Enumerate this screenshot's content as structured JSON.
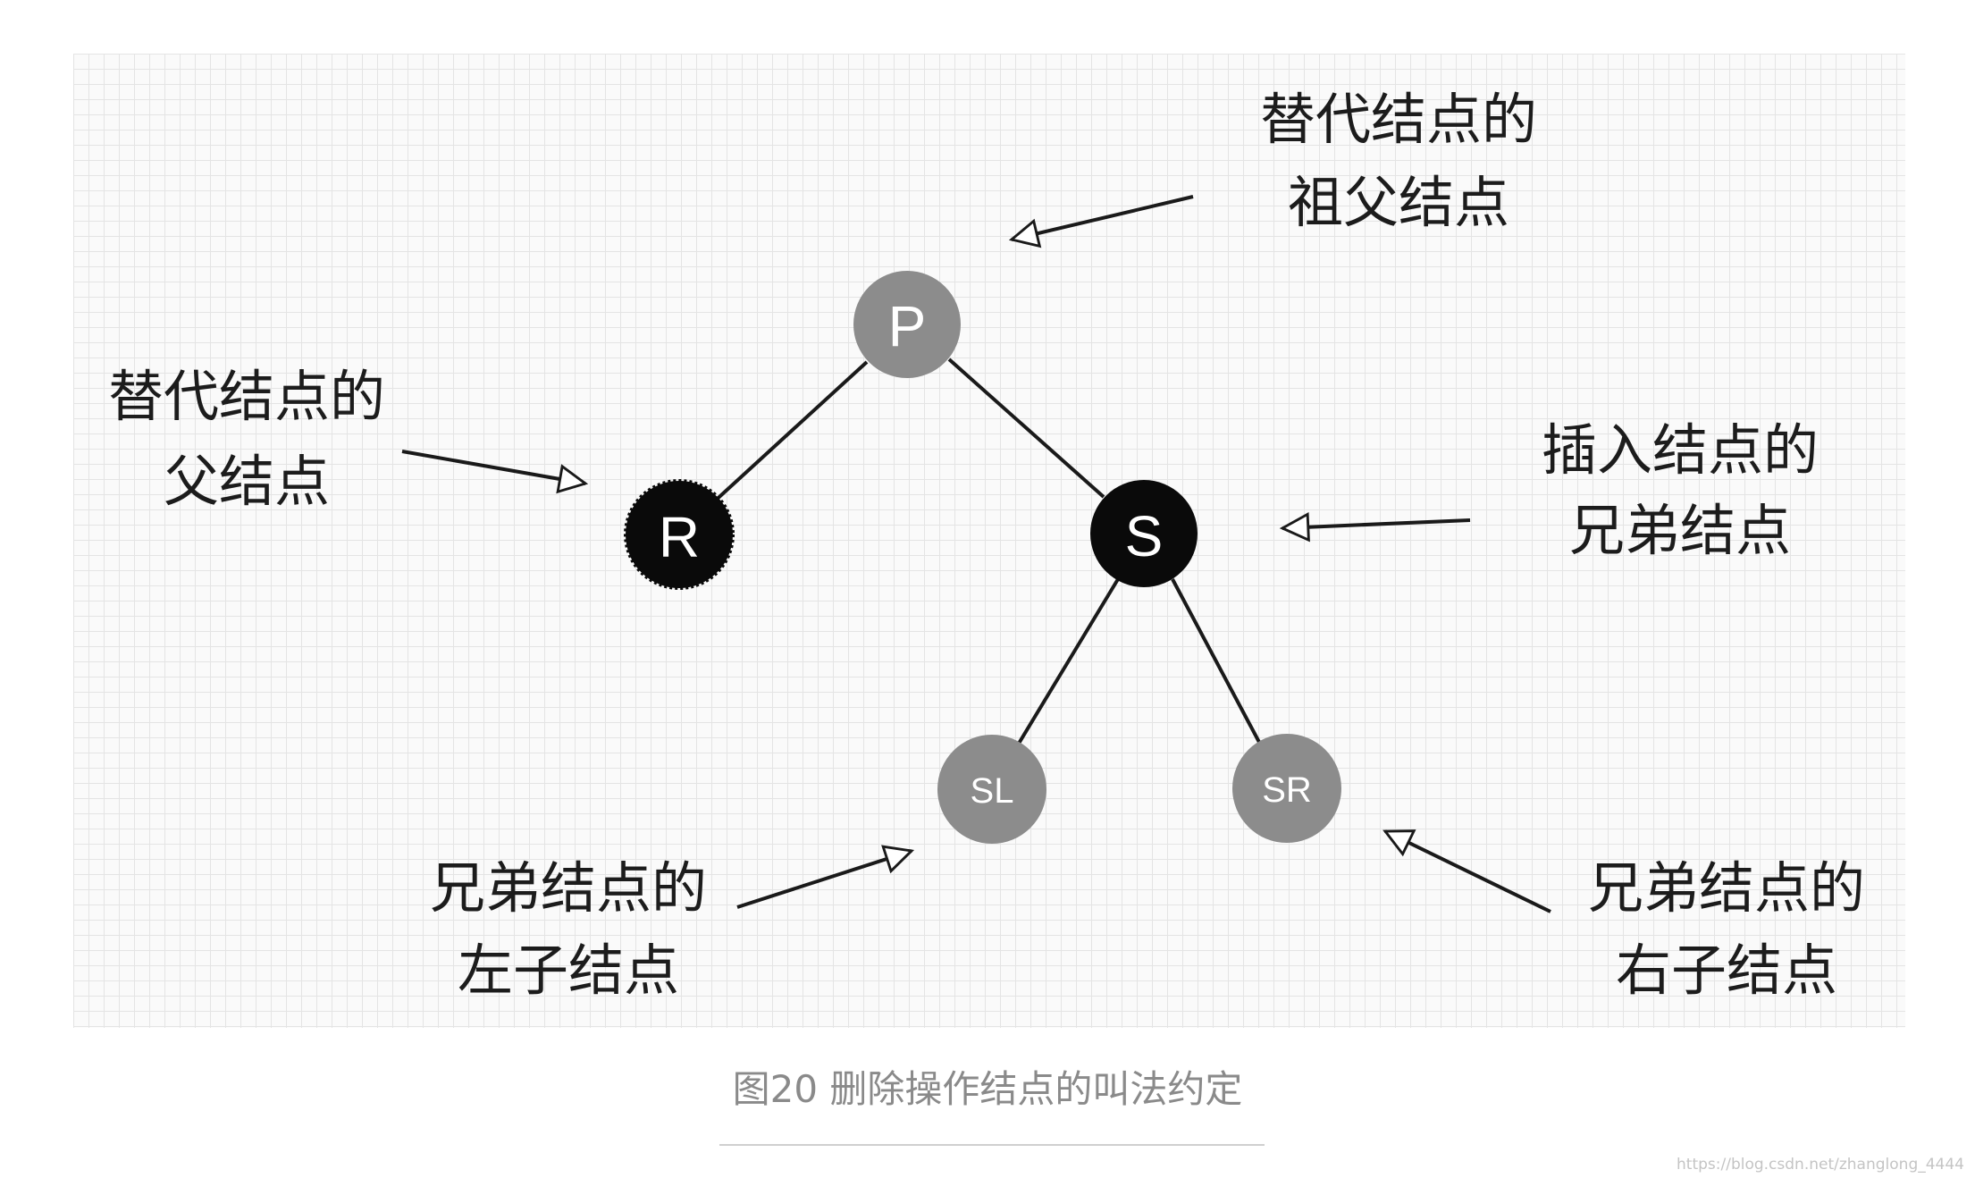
{
  "colors": {
    "node_gray": "#8c8c8c",
    "node_black": "#0a0a0a",
    "edge": "#1a1a1a",
    "annotation_text": "#1c1c1c",
    "caption_text": "#8a8a8a"
  },
  "nodes": {
    "p": {
      "label": "P",
      "color": "gray"
    },
    "r": {
      "label": "R",
      "color": "black"
    },
    "s": {
      "label": "S",
      "color": "black"
    },
    "sl": {
      "label": "SL",
      "color": "gray"
    },
    "sr": {
      "label": "SR",
      "color": "gray"
    }
  },
  "edges": [
    {
      "from": "P",
      "to": "R"
    },
    {
      "from": "P",
      "to": "S"
    },
    {
      "from": "S",
      "to": "SL"
    },
    {
      "from": "S",
      "to": "SR"
    }
  ],
  "annotations": {
    "grandparent": {
      "line1": "替代结点的",
      "line2": "祖父结点"
    },
    "parent": {
      "line1": "替代结点的",
      "line2": "父结点"
    },
    "sibling": {
      "line1": "插入结点的",
      "line2": "兄弟结点"
    },
    "sibling_left_child": {
      "line1": "兄弟结点的",
      "line2": "左子结点"
    },
    "sibling_right_child": {
      "line1": "兄弟结点的",
      "line2": "右子结点"
    }
  },
  "caption": "图20 删除操作结点的叫法约定",
  "watermark": "https://blog.csdn.net/zhanglong_4444"
}
